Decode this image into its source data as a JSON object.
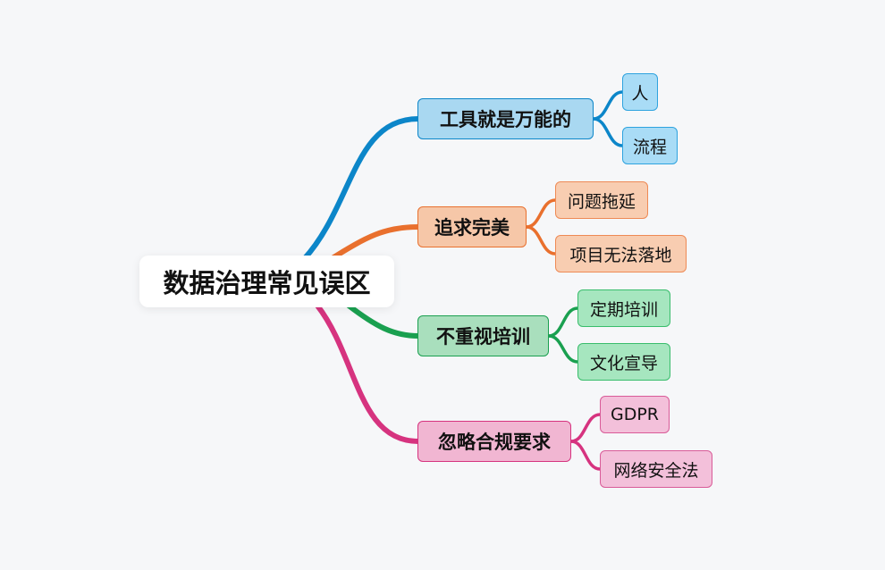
{
  "mindmap": {
    "root": "数据治理常见误区",
    "branches": [
      {
        "label": "工具就是万能的",
        "color": "#0c86c9",
        "children": [
          "人",
          "流程"
        ]
      },
      {
        "label": "追求完美",
        "color": "#e9702e",
        "children": [
          "问题拖延",
          "项目无法落地"
        ]
      },
      {
        "label": "不重视培训",
        "color": "#1aa050",
        "children": [
          "定期培训",
          "文化宣导"
        ]
      },
      {
        "label": "忽略合规要求",
        "color": "#d6337f",
        "children": [
          "GDPR",
          "网络安全法"
        ]
      }
    ]
  }
}
